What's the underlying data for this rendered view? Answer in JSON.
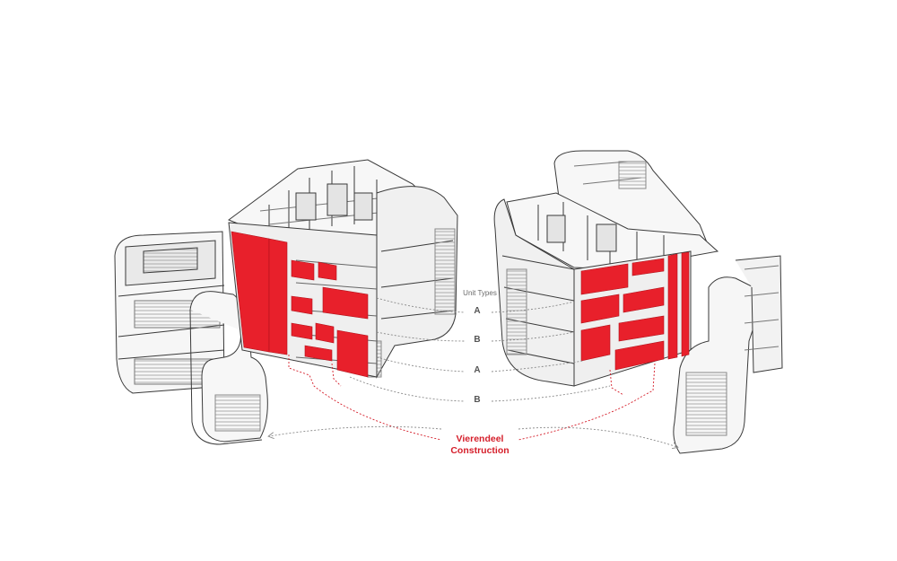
{
  "diagram": {
    "unit_types_title": "Unit Types",
    "unit_labels": [
      "A",
      "B",
      "A",
      "B"
    ],
    "construction_label_line1": "Vierendeel",
    "construction_label_line2": "Construction"
  },
  "colors": {
    "accent_red": "#e8202b",
    "label_red": "#d51e2a",
    "line_gray": "#8a8a8a",
    "wall_fill": "#f2f2f2",
    "stroke": "#3a3a3a"
  }
}
